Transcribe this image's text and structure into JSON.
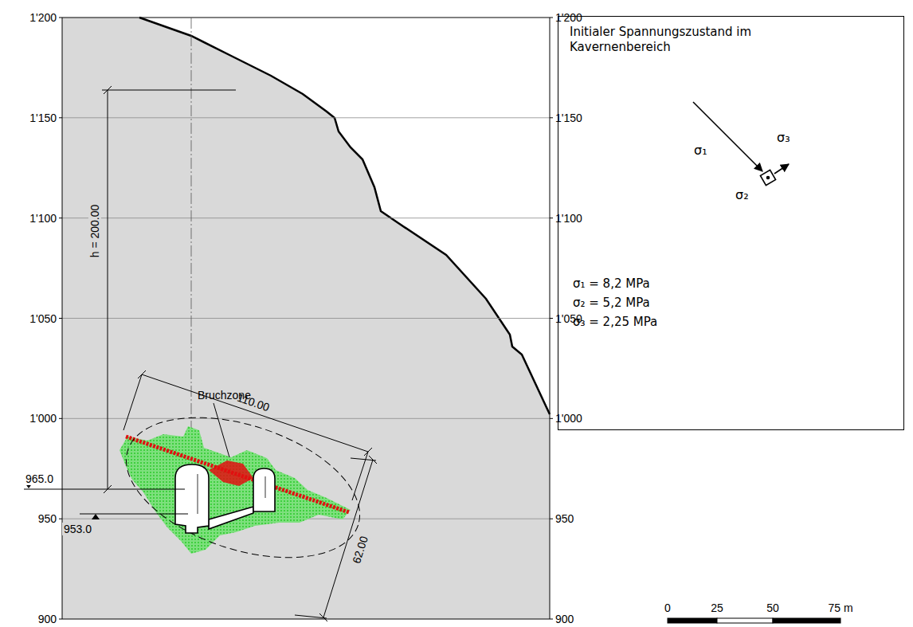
{
  "diagram": {
    "nodes": [
      {
        "text": [
          "Initialer Spannungszustand im Kavernenbereich",
          "σ₁",
          "σ₃",
          "σ₂",
          "σ₁ = 8,2 MPa",
          "σ₂ = 5,2 MPa",
          "σ₃ = 2,25 MPa"
        ]
      }
    ],
    "edges": [],
    "labels": [
      "1'200",
      "1'150",
      "1'100",
      "1'050",
      "1'000",
      "950",
      "900",
      "1'200",
      "1'150",
      "1'100",
      "1'050",
      "1'000",
      "950",
      "900",
      "h = 200.00",
      "110.00",
      "62.00",
      "965.0",
      "953.0",
      "Bruchzone",
      "0",
      "25",
      "50",
      "75 m"
    ]
  }
}
